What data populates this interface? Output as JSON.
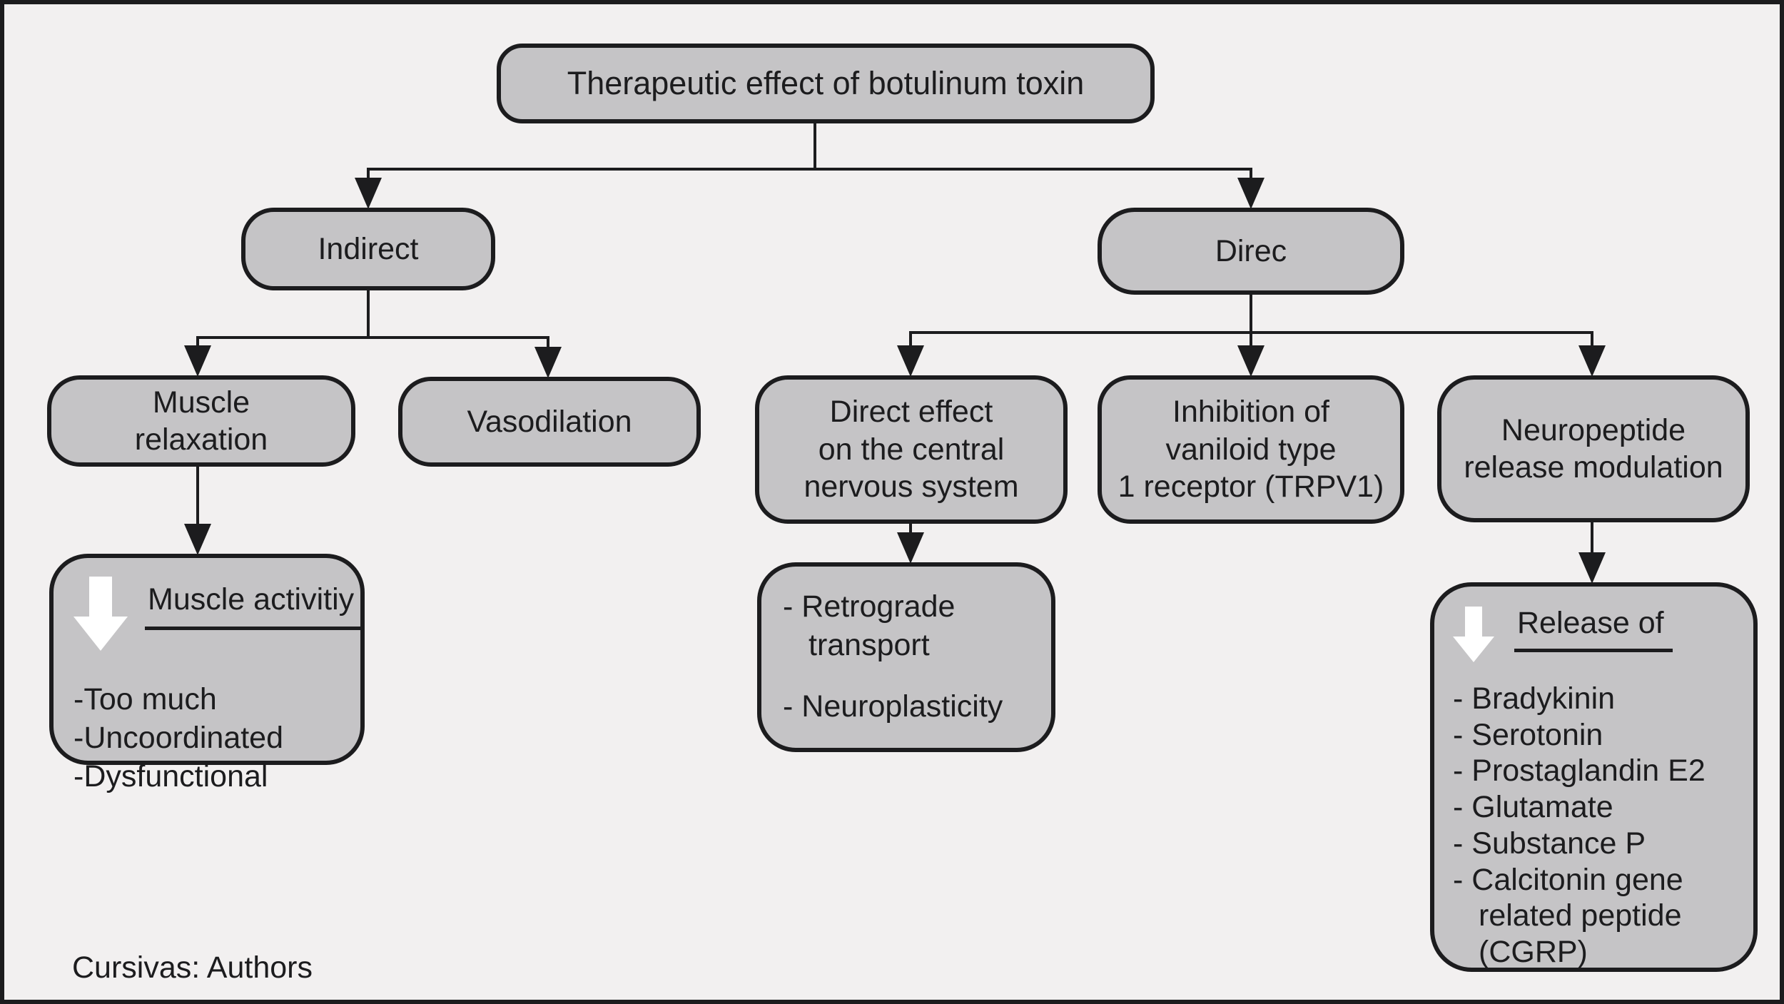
{
  "figure": {
    "caption": "Cursivas: Authors",
    "colors": {
      "background": "#f2f0f0",
      "node_fill": "#c5c4c6",
      "line": "#1c1c1e",
      "decrease_arrow": "#ffffff"
    },
    "nodes": {
      "root": {
        "lines": [
          "Therapeutic effect of botulinum toxin"
        ]
      },
      "indirect": {
        "lines": [
          "Indirect"
        ]
      },
      "direct": {
        "lines": [
          "Direc"
        ]
      },
      "muscle_relaxation": {
        "lines": [
          "Muscle",
          "relaxation"
        ]
      },
      "vasodilation": {
        "lines": [
          "Vasodilation"
        ]
      },
      "cns_effect": {
        "lines": [
          "Direct effect",
          "on the central",
          "nervous system"
        ]
      },
      "trpv1": {
        "lines": [
          "Inhibition of",
          "vaniloid type",
          "1 receptor (TRPV1)"
        ]
      },
      "neuropeptide": {
        "lines": [
          "Neuropeptide",
          "release modulation"
        ]
      },
      "muscle_activity": {
        "header": "Muscle activitiy",
        "items": [
          "-Too much",
          "-Uncoordinated",
          "-Dysfunctional"
        ]
      },
      "cns_mechanisms": {
        "items": [
          "- Retrograde transport",
          "- Neuroplasticity"
        ]
      },
      "release": {
        "header": "Release of",
        "items": [
          "- Bradykinin",
          "- Serotonin",
          "- Prostaglandin E2",
          "- Glutamate",
          "- Substance P",
          "- Calcitonin gene related peptide (CGRP)"
        ]
      }
    }
  }
}
